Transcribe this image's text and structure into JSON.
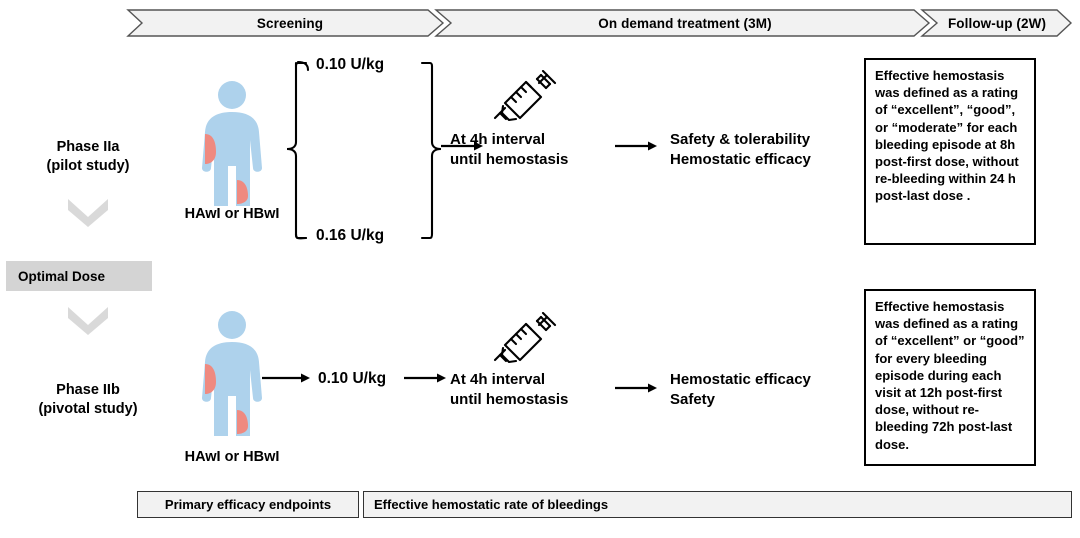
{
  "timeline": {
    "segments": [
      {
        "label": "Screening"
      },
      {
        "label": "On demand treatment (3M)"
      },
      {
        "label": "Follow-up (2W)"
      }
    ]
  },
  "colors": {
    "patient_body": "#aed2ec",
    "bleed_marker": "#ef8a80",
    "banner_fill": "#f2f2f2",
    "chevron_gray": "#d9d9d9",
    "optimal_dose_fill": "#d4d4d4",
    "stroke": "#000000"
  },
  "phase_one": {
    "name": "Phase IIa",
    "subtitle": "(pilot study)",
    "population": "HAwI or HBwI",
    "dose_high": "0.10 U/kg",
    "dose_low": "0.16 U/kg",
    "interval": "At 4h interval\nuntil hemostasis",
    "outcomes": "Safety & tolerability\nHemostatic efficacy",
    "definition": "Effective hemostasis was defined as a rating of “excellent”, “good”, or “moderate” for each bleeding episode at 8h post-first dose, without re-bleeding within 24 h post-last dose ."
  },
  "optimal_dose": {
    "label": "Optimal Dose"
  },
  "phase_two": {
    "name": "Phase IIb",
    "subtitle": "(pivotal study)",
    "population": "HAwI or HBwI",
    "dose": "0.10 U/kg",
    "interval": "At 4h interval\nuntil hemostasis",
    "outcomes": "Hemostatic efficacy\nSafety",
    "definition": "Effective hemostasis was defined as a rating of “excellent” or “good” for every bleeding episode during each visit at 12h post-first dose, without re-bleeding 72h post-last dose."
  },
  "endpoints": {
    "label": "Primary efficacy endpoints",
    "value": "Effective hemostatic rate of bleedings"
  }
}
